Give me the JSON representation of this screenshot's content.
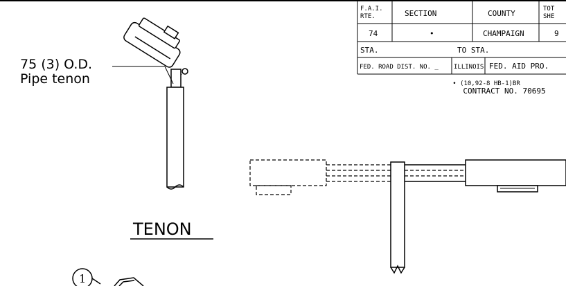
{
  "title_block": {
    "headers": {
      "fai_rte_1": "F.A.I.",
      "fai_rte_2": "RTE.",
      "section": "SECTION",
      "county": "COUNTY",
      "total_1": "TOT",
      "total_2": "SHE"
    },
    "values": {
      "route": "74",
      "section": "•",
      "county": "CHAMPAIGN",
      "sheets": "9"
    },
    "sta_label": "STA.",
    "to_sta_label": "TO STA.",
    "fed_road_dist": "FED. ROAD DIST. NO. _",
    "state": "ILLINOIS",
    "fed_aid_proj": "FED. AID PRO.",
    "section_note": "• (10,92-8 HB-1)BR",
    "contract": "CONTRACT NO. 70695"
  },
  "labels": {
    "tenon_size": "75 (3) O.D.",
    "tenon_desc": "Pipe tenon",
    "tenon_title": "TENON",
    "callout_number": "1"
  }
}
